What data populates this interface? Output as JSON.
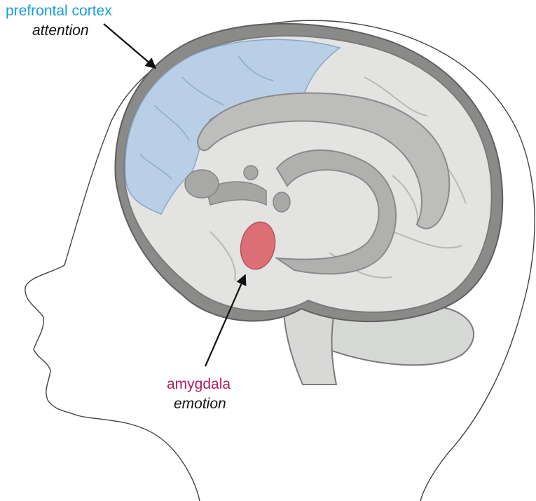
{
  "labels": {
    "prefrontal": {
      "name": "prefrontal cortex",
      "function": "attention"
    },
    "amygdala": {
      "name": "amygdala",
      "function": "emotion"
    }
  },
  "colors": {
    "prefrontal": "#1a9fd6",
    "amygdala": "#b01e5a",
    "brain_fill": "#e3e4e2",
    "brain_outline": "#7a7a7a",
    "prefrontal_fill": "#b9cfe6",
    "amygdala_fill": "#dd6f76",
    "inner_structures": "#a8a8a8",
    "head_outline": "#444444"
  },
  "icons": {
    "pointer": "arrow-icon"
  }
}
